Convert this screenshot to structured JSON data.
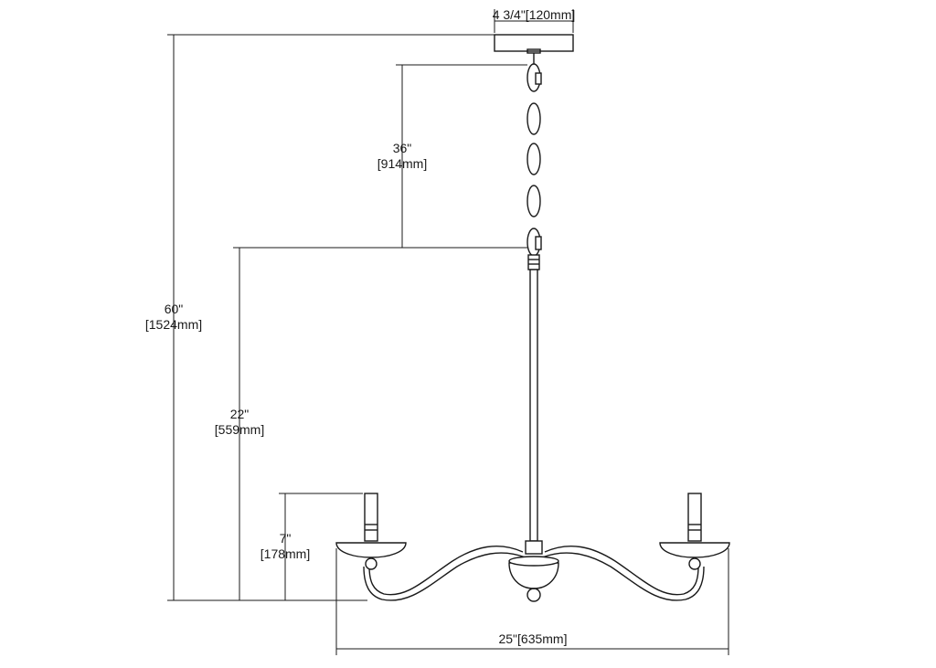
{
  "dimensions": {
    "canopy_width": "4 3/4\"[120mm]",
    "chain_length": {
      "imperial": "36\"",
      "metric": "[914mm]"
    },
    "overall_height": {
      "imperial": "60\"",
      "metric": "[1524mm]"
    },
    "fixture_height": {
      "imperial": "22\"",
      "metric": "[559mm]"
    },
    "candle_height": {
      "imperial": "7\"",
      "metric": "[178mm]"
    },
    "overall_width": "25\"[635mm]"
  },
  "colors": {
    "line": "#1a1a1a",
    "background": "#ffffff"
  }
}
